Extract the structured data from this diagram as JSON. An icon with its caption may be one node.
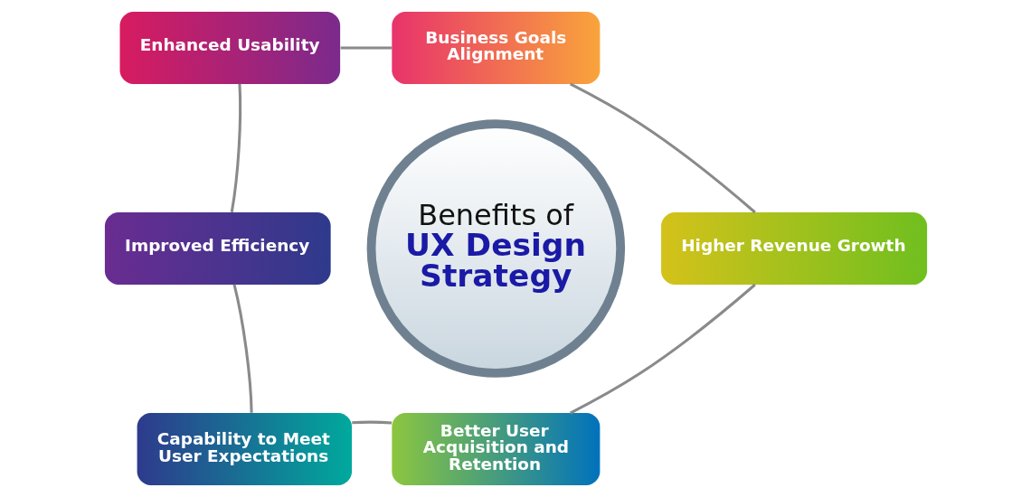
{
  "diagram": {
    "nodes": [
      {
        "text": [
          "Enhanced Usability"
        ]
      },
      {
        "text": [
          "Business Goals Alignment"
        ]
      },
      {
        "text": [
          "Benefits of",
          "UX Design Strategy"
        ]
      },
      {
        "text": [
          "Improved Efficiency"
        ]
      },
      {
        "text": [
          "Higher Revenue Growth"
        ]
      },
      {
        "text": [
          "Capability to Meet User Expectations"
        ]
      },
      {
        "text": [
          "Better User Acquisition and Retention"
        ]
      }
    ],
    "edges": [
      {
        "from": 0,
        "to": 1,
        "arrow": "none"
      },
      {
        "from": 1,
        "to": 4,
        "arrow": "none"
      },
      {
        "from": 4,
        "to": 6,
        "arrow": "none"
      },
      {
        "from": 6,
        "to": 5,
        "arrow": "none"
      },
      {
        "from": 5,
        "to": 3,
        "arrow": "none"
      },
      {
        "from": 3,
        "to": 0,
        "arrow": "none"
      }
    ]
  }
}
